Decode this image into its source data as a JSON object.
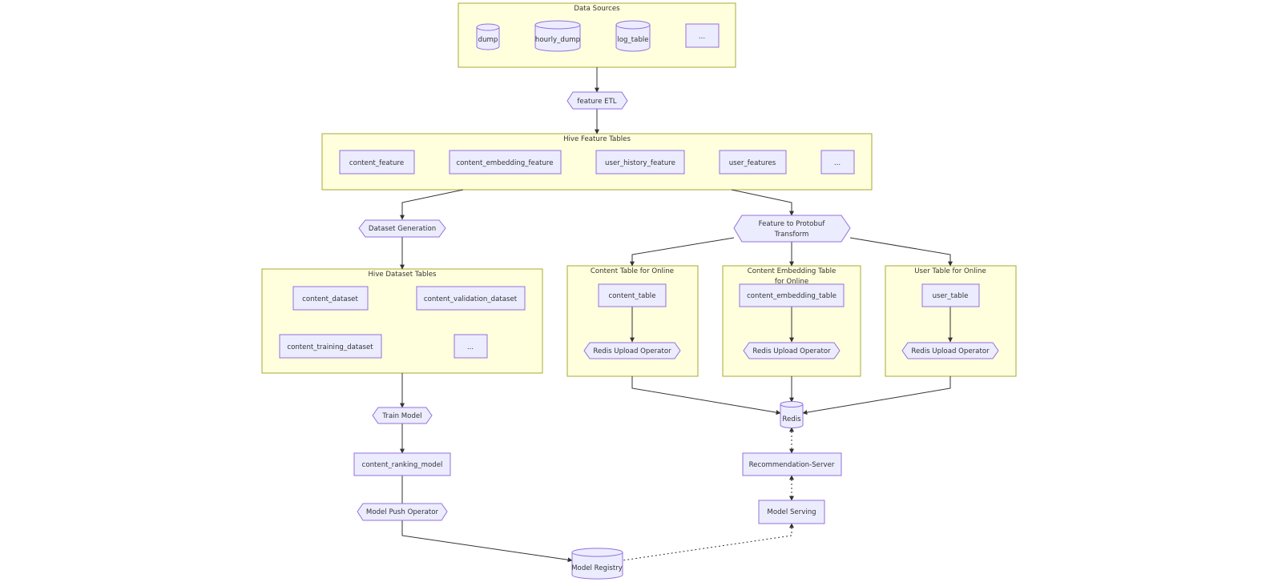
{
  "diagram": {
    "subgraphs": {
      "data_sources": {
        "title": "Data Sources"
      },
      "hive_feature_tables": {
        "title": "Hive Feature Tables"
      },
      "hive_dataset_tables": {
        "title": "Hive Dataset Tables"
      },
      "content_table_online": {
        "title_lines": [
          "Content Table for Online"
        ]
      },
      "content_embedding_online": {
        "title_lines": [
          "Content Embedding Table",
          "for Online"
        ]
      },
      "user_table_online": {
        "title_lines": [
          "User Table for Online"
        ]
      }
    },
    "nodes": {
      "dump": "dump",
      "hourly_dump": "hourly_dump",
      "log_table": "log_table",
      "ds_more": "...",
      "feature_etl": "feature ETL",
      "content_feature": "content_feature",
      "content_embedding_feature": "content_embedding_feature",
      "user_history_feature": "user_history_feature",
      "user_features": "user_features",
      "hf_more": "...",
      "dataset_generation": "Dataset Generation",
      "feature_to_protobuf": [
        "Feature to Protobuf",
        "Transform"
      ],
      "content_dataset": "content_dataset",
      "content_validation_dataset": "content_validation_dataset",
      "content_training_dataset": "content_training_dataset",
      "hd_more": "...",
      "content_table": "content_table",
      "redis_upload_1": "Redis Upload Operator",
      "content_embedding_table": "content_embedding_table",
      "redis_upload_2": "Redis Upload Operator",
      "user_table": "user_table",
      "redis_upload_3": "Redis Upload Operator",
      "train_model": "Train Model",
      "redis": "Redis",
      "content_ranking_model": "content_ranking_model",
      "recommendation_server": "Recommendation-Server",
      "model_push_operator": "Model Push Operator",
      "model_serving": "Model Serving",
      "model_registry": "Model Registry"
    }
  },
  "colors": {
    "node_fill": "#ececff",
    "node_stroke": "#9370db",
    "cluster_fill": "#ffffde",
    "cluster_stroke": "#aaaa33",
    "edge": "#333333"
  }
}
